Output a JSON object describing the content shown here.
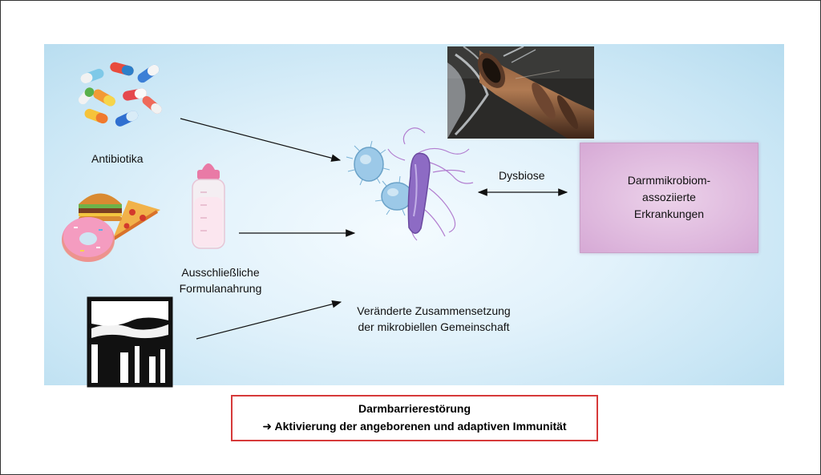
{
  "labels": {
    "antibiotika": "Antibiotika",
    "formula_line1": "Ausschließliche",
    "formula_line2": "Formulanahrung",
    "veraenderte_line1": "Veränderte Zusammensetzung",
    "veraenderte_line2": "der mikrobiellen Gemeinschaft",
    "dysbiose": "Dysbiose"
  },
  "disease_box": {
    "line1": "Darmmikrobiom-",
    "line2": "assoziierte",
    "line3": "Erkrankungen"
  },
  "consequence_box": {
    "line1": "Darmbarrierestörung",
    "line2": "➜ Aktivierung der angeborenen und adaptiven Immunität"
  },
  "icons": [
    "capsules-icon",
    "fast-food-icon",
    "baby-bottle-icon",
    "factory-icon",
    "bacteria-icon",
    "broken-pipe-photo"
  ],
  "colors": {
    "panel_bg": "#c9e6f5",
    "disease_box_bg": "#ddb6dc",
    "consequence_border": "#d63a3a"
  }
}
